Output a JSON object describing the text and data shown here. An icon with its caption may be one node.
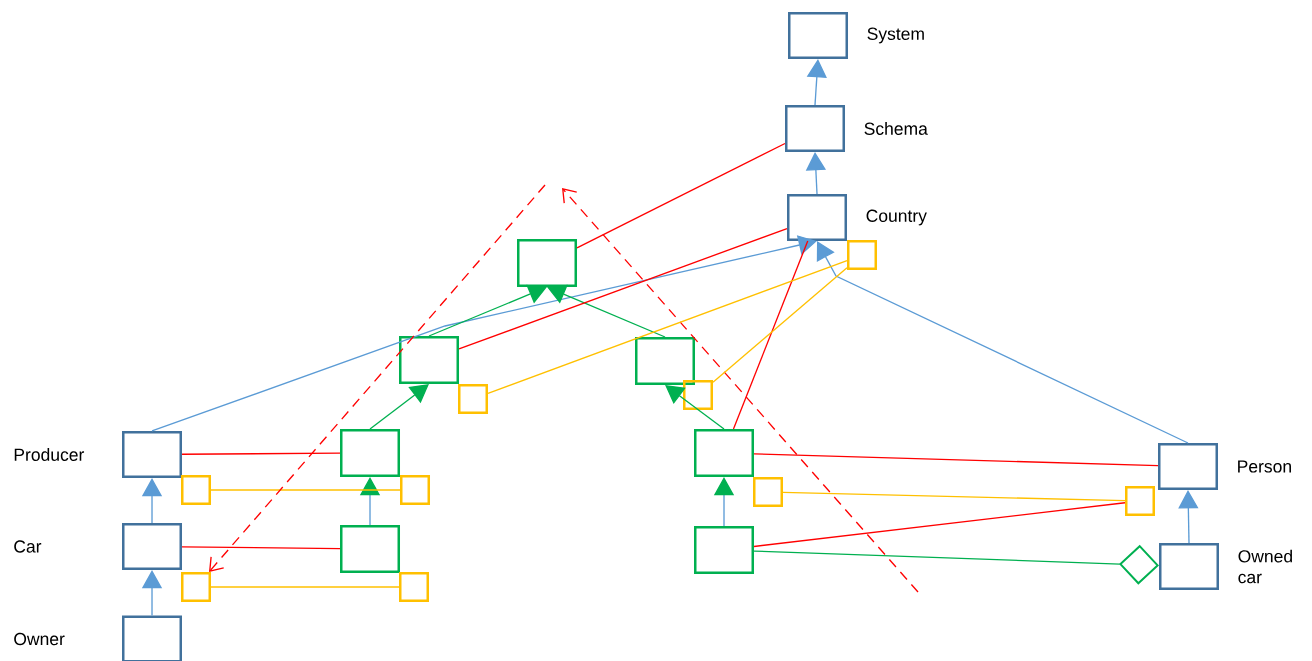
{
  "diagram": {
    "nodes": [
      {
        "text": [
          "System"
        ]
      },
      {
        "text": [
          "Schema"
        ]
      },
      {
        "text": [
          "Country"
        ]
      },
      {
        "text": [],
        "shape": "box"
      },
      {
        "text": [],
        "shape": "box"
      },
      {
        "text": [],
        "shape": "box"
      },
      {
        "text": [],
        "shape": "box"
      },
      {
        "text": [],
        "shape": "box"
      },
      {
        "text": [],
        "shape": "box"
      },
      {
        "text": [
          "Producer"
        ]
      },
      {
        "text": [],
        "shape": "box"
      },
      {
        "text": [],
        "shape": "box"
      },
      {
        "text": [
          "Person"
        ]
      },
      {
        "text": [],
        "shape": "box"
      },
      {
        "text": [],
        "shape": "box"
      },
      {
        "text": [],
        "shape": "box"
      },
      {
        "text": [],
        "shape": "box"
      },
      {
        "text": [
          "Car"
        ]
      },
      {
        "text": [],
        "shape": "box"
      },
      {
        "text": [],
        "shape": "box"
      },
      {
        "text": [
          "Owned car"
        ]
      },
      {
        "text": [],
        "shape": "box"
      },
      {
        "text": [],
        "shape": "box"
      },
      {
        "text": [
          "Owner"
        ]
      }
    ],
    "edges": [
      {
        "from": 1,
        "to": 0,
        "arrow": "to"
      },
      {
        "from": 2,
        "to": 1,
        "arrow": "to"
      },
      {
        "from": 9,
        "to": 2,
        "arrow": "to"
      },
      {
        "from": 12,
        "to": 2,
        "arrow": "to"
      },
      {
        "from": 17,
        "to": 9,
        "arrow": "to"
      },
      {
        "from": 23,
        "to": 17,
        "arrow": "to"
      },
      {
        "from": 20,
        "to": 12,
        "arrow": "to"
      },
      {
        "from": 18,
        "to": 10,
        "arrow": "to"
      },
      {
        "from": 19,
        "to": 11,
        "arrow": "to"
      },
      {
        "from": 5,
        "to": 3,
        "arrow": "to",
        "color": "#00b050"
      },
      {
        "from": 6,
        "to": 3,
        "arrow": "to",
        "color": "#00b050"
      },
      {
        "from": 10,
        "to": 5,
        "arrow": "to",
        "color": "#00b050"
      },
      {
        "from": 11,
        "to": 6,
        "arrow": "to",
        "color": "#00b050"
      },
      {
        "from": 19,
        "to": 20,
        "arrow": "other",
        "color": "#00b050"
      },
      {
        "from": 1,
        "to": 3,
        "arrow": "none",
        "color": "#ff0000"
      },
      {
        "from": 2,
        "to": 5,
        "arrow": "none",
        "color": "#ff0000"
      },
      {
        "from": 2,
        "to": 11,
        "arrow": "none",
        "color": "#ff0000"
      },
      {
        "from": 11,
        "to": 12,
        "arrow": "none",
        "color": "#ff0000"
      },
      {
        "from": 9,
        "to": 10,
        "arrow": "none",
        "color": "#ff0000"
      },
      {
        "from": 17,
        "to": 18,
        "arrow": "none",
        "color": "#ff0000"
      },
      {
        "from": 19,
        "to": 16,
        "arrow": "none",
        "color": "#ff0000"
      },
      {
        "from": 13,
        "to": 14,
        "arrow": "none",
        "color": "#ffc000"
      },
      {
        "from": 21,
        "to": 22,
        "arrow": "none",
        "color": "#ffc000"
      },
      {
        "from": 8,
        "to": 4,
        "arrow": "none",
        "color": "#ffc000"
      },
      {
        "from": 7,
        "to": 4,
        "arrow": "none",
        "color": "#ffc000"
      },
      {
        "from": 15,
        "to": 16,
        "arrow": "none",
        "color": "#ffc000"
      },
      {
        "from": null,
        "to": 21,
        "arrow": "to",
        "style": "dashed",
        "color": "#ff0000"
      }
    ]
  }
}
